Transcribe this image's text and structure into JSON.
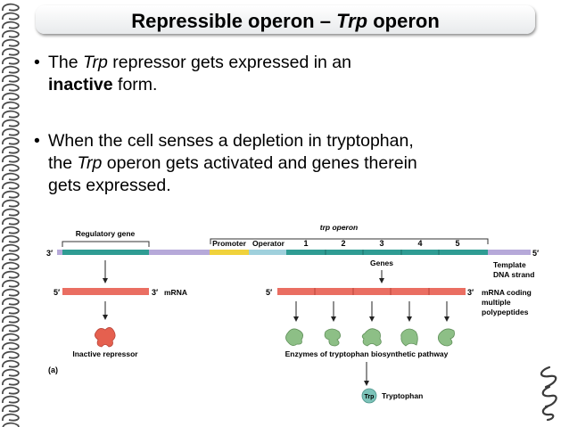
{
  "title": {
    "main": "Repressible operon – ",
    "italic": "Trp",
    "rest": " operon"
  },
  "bullet1": {
    "dot": "•",
    "p1": "The ",
    "i1": "Trp",
    "p2": " repressor gets expressed in an",
    "b1": "inactive",
    "p3": " form."
  },
  "bullet2": {
    "dot": "•",
    "line1": "When the cell senses a depletion in tryptophan,",
    "p1": "the ",
    "i1": "Trp",
    "p2": " operon gets activated and genes therein",
    "line3": "gets expressed."
  },
  "diagram": {
    "trp_operon": "trp operon",
    "regulatory_gene": "Regulatory gene",
    "promoter": "Promoter",
    "operator": "Operator",
    "gene_numbers": [
      "1",
      "2",
      "3",
      "4",
      "5"
    ],
    "three_prime": "3′",
    "five_prime": "5′",
    "template_line1": "Template",
    "template_line2": "DNA strand",
    "genes": "Genes",
    "mrna": "mRNA",
    "mrna_coding": [
      "mRNA coding",
      "multiple",
      "polypeptides"
    ],
    "inactive_repressor": "Inactive repressor",
    "enzymes": "Enzymes of tryptophan biosynthetic pathway",
    "panel": "(a)",
    "trp_symbol": "Trp",
    "tryptophan": "Tryptophan"
  },
  "colors": {
    "teal": "#2f9c93",
    "lavender": "#b6a9d9",
    "yellow": "#f0d23c",
    "light_blue": "#9fd0dc",
    "salmon": "#ea6e62",
    "repressor": "#e5604f",
    "enzyme": "#8dbf86",
    "trp": "#7cc3b9"
  }
}
